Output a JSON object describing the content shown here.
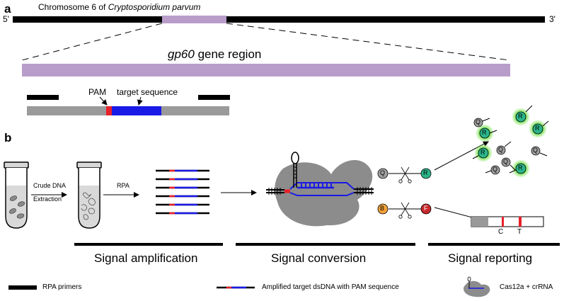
{
  "panel_a": {
    "letter": "a",
    "chromosome_title_prefix": "Chromosome 6 of",
    "chromosome_title_species": "Cryptosporidium parvum",
    "five_prime": "5'",
    "three_prime": "3'",
    "gene_region_italic": "gp60",
    "gene_region_rest": "gene region",
    "pam_label": "PAM",
    "target_label": "target sequence"
  },
  "panel_b": {
    "letter": "b",
    "crude_dna_line1": "Crude DNA",
    "crude_dna_line2": "Extraction",
    "rpa_label": "RPA",
    "reporter_q": "Q",
    "reporter_r": "R",
    "reporter_b": "B",
    "reporter_f": "F",
    "strip_c": "C",
    "strip_t": "T",
    "section_amplification": "Signal amplification",
    "section_conversion": "Signal conversion",
    "section_reporting": "Signal reporting"
  },
  "legend": {
    "primers": "RPA primers",
    "amplified": "Amplified target dsDNA with PAM sequence",
    "cas": "Cas12a + crRNA"
  },
  "colors": {
    "gene_region": "#b89dcb",
    "pam": "#e8202a",
    "target": "#1a1ae6",
    "grey_dna": "#9a9a9a",
    "complex": "#8c8c8c",
    "quencher": "#a0a0a0",
    "reporter_green": "#2bb58a",
    "biotin": "#f2a23a",
    "fam": "#c8282b",
    "glow": "#7fe35a"
  }
}
